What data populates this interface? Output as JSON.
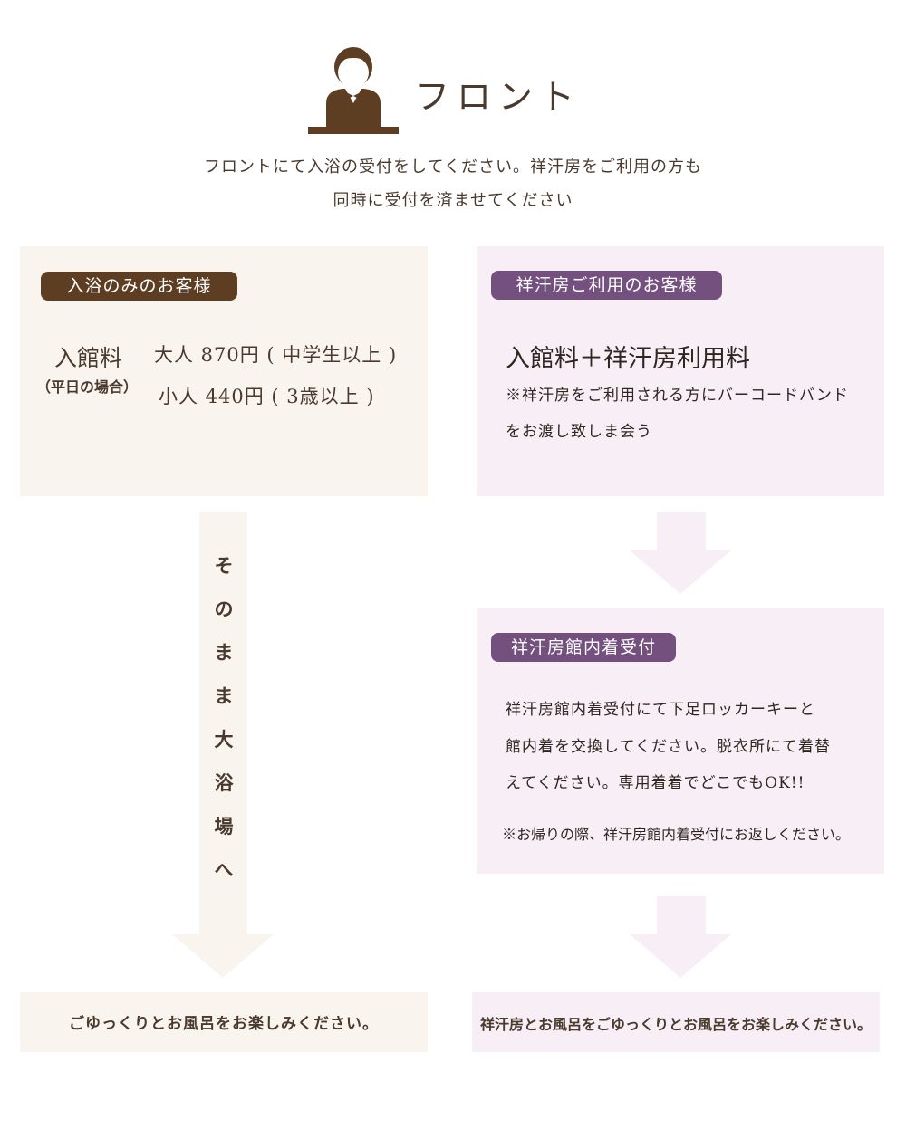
{
  "header": {
    "title": "フロント",
    "icon": "receptionist-icon",
    "desc_line1": "フロントにて入浴の受付をしてください。祥汗房をご利用の方も",
    "desc_line2": "同時に受付を済ませてください"
  },
  "bath_only": {
    "pill": "入浴のみのお客様",
    "fee_label": "入館料",
    "fee_sub": "（平日の場合）",
    "adult": "大人 870円 ( 中学生以上 )",
    "child": "小人 440円 ( 3歳以上 )",
    "vertical_text": [
      "そ",
      "の",
      "ま",
      "ま",
      "大",
      "浴",
      "場",
      "へ"
    ],
    "footer": "ごゆっくりとお風呂をお楽しみください。"
  },
  "shokanbo": {
    "pill": "祥汗房ご利用のお客様",
    "fee_line": "入館料＋祥汗房利用料",
    "note_line1": "※祥汗房をご利用される方にバーコードバンド",
    "note_line2": "をお渡し致しま会う",
    "reception_pill": "祥汗房館内着受付",
    "reception_line1": "祥汗房館内着受付にて下足ロッカーキーと",
    "reception_line2": "館内着を交換してください。脱衣所にて着替",
    "reception_line3": "えてください。専用着着でどこでもOK!!",
    "reception_note": "※お帰りの際、祥汗房館内着受付にお返しください。",
    "footer": "祥汗房とお風呂をごゆっくりとお風呂をお楽しみください。"
  },
  "colors": {
    "brown": "#5e3e22",
    "purple": "#73507e",
    "beige_bg": "#f9f4ee",
    "pink_bg": "#f8eef5"
  }
}
